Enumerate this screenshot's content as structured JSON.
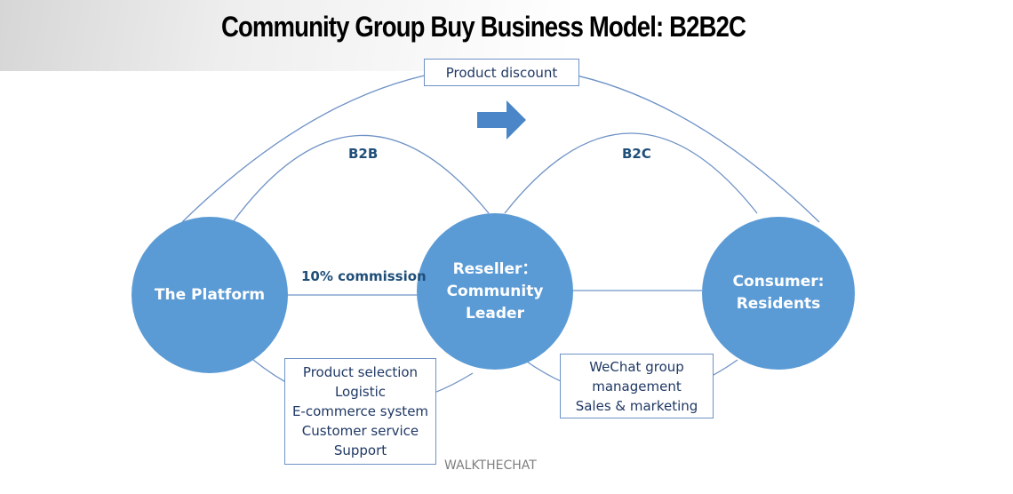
{
  "title": "Community Group Buy Business Model: B2B2C",
  "nodes": {
    "platform": "The Platform",
    "reseller": "Reseller：\nCommunity\nLeader",
    "consumer": "Consumer:\nResidents"
  },
  "labels": {
    "b2b": "B2B",
    "b2c": "B2C",
    "commission": "10% commission"
  },
  "boxes": {
    "product_discount": "Product discount",
    "platform_services": "Product selection\nLogistic\nE-commerce system\nCustomer service\nSupport",
    "leader_services": "WeChat group\nmanagement\nSales & marketing"
  },
  "watermark": "WALKTHECHAT",
  "colors": {
    "node_fill": "#5b9bd5",
    "arc_stroke": "#6f93c6",
    "label_text": "#1f4e79",
    "arrow_fill": "#4a86c8"
  }
}
